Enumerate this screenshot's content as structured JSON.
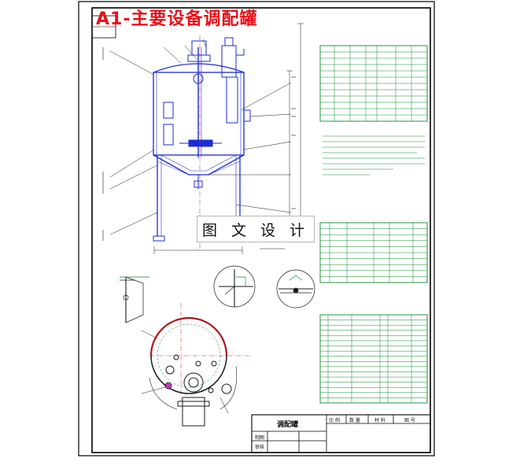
{
  "header": {
    "title": "A1-主要设备调配罐"
  },
  "watermark": {
    "text": "图 文 设 计"
  },
  "title_block": {
    "name": "调配罐",
    "col_headers": [
      "比 例",
      "数 量",
      "材 料",
      "图 号"
    ],
    "drawn_label": "制图",
    "checked_label": "审核"
  },
  "colors": {
    "drawing": "#1a1a1a",
    "table": "#0a8a2a",
    "title": "#e8101a",
    "shell": "#b01818",
    "sheet_border": "#000000"
  }
}
